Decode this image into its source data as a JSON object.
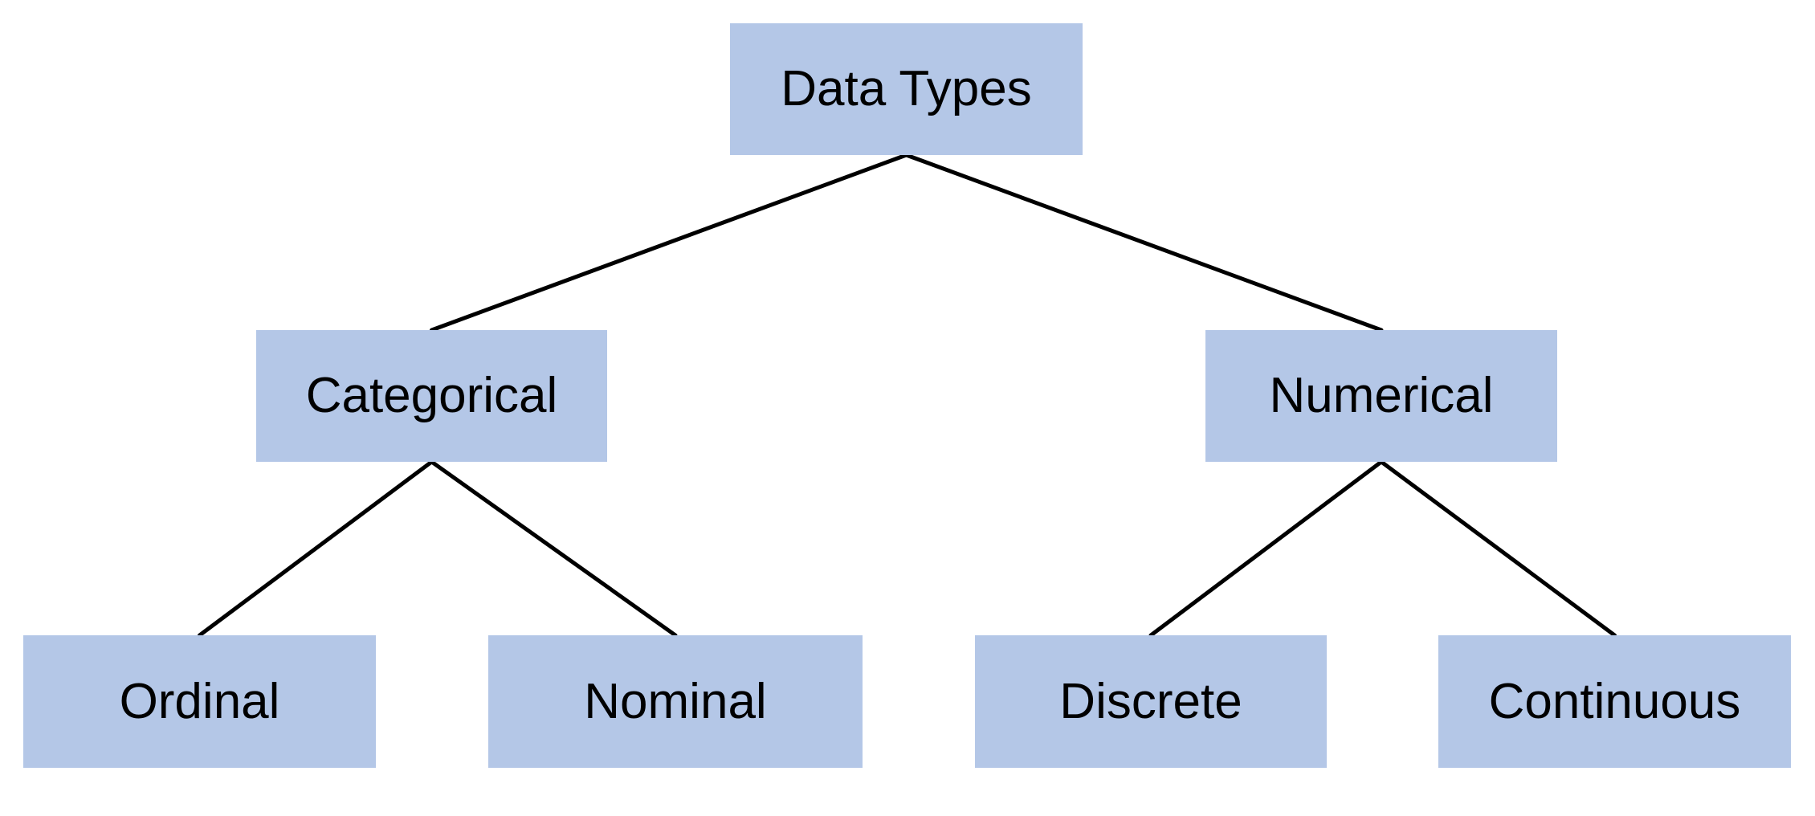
{
  "colors": {
    "background": "#ffffff",
    "node_fill": "#b4c7e7",
    "node_text": "#000000",
    "connector": "#000000"
  },
  "tree": {
    "label": "Data Types",
    "children": [
      {
        "label": "Categorical",
        "children": [
          {
            "label": "Ordinal"
          },
          {
            "label": "Nominal"
          }
        ]
      },
      {
        "label": "Numerical",
        "children": [
          {
            "label": "Discrete"
          },
          {
            "label": "Continuous"
          }
        ]
      }
    ]
  }
}
